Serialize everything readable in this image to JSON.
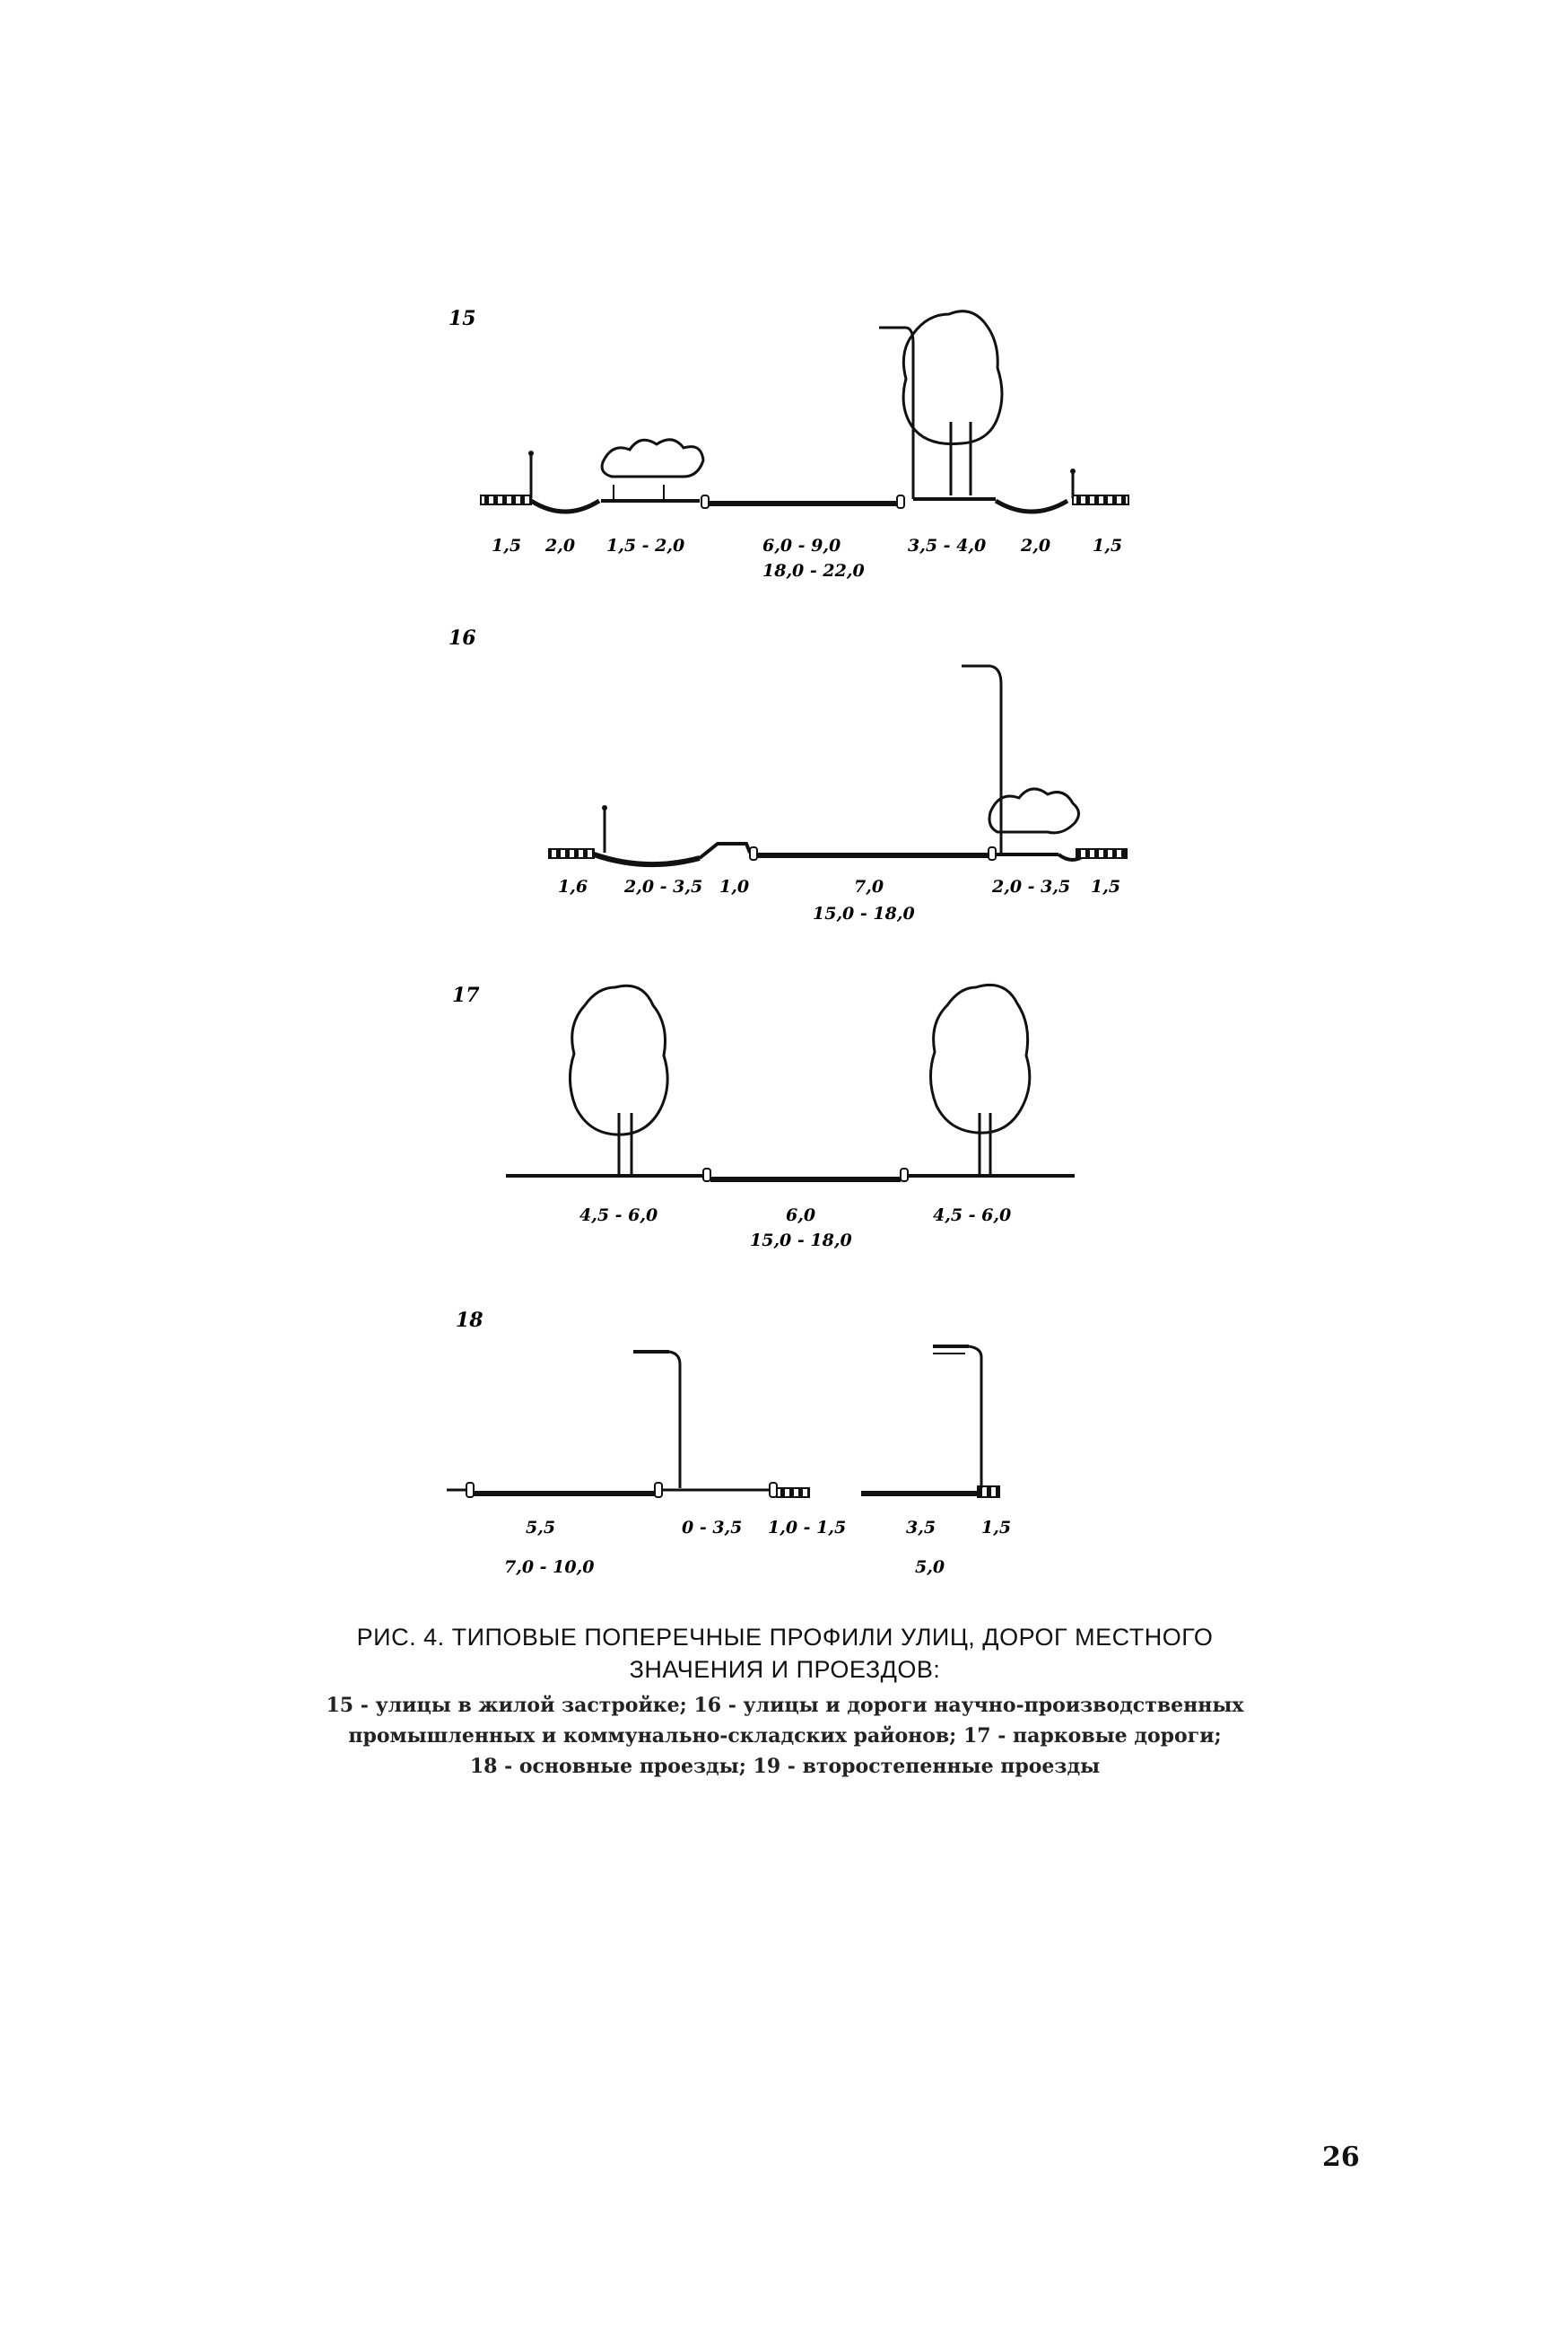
{
  "figure": {
    "profiles": [
      {
        "number": "15",
        "widths_row1": [
          "1,5",
          "2,0",
          "1,5 - 2,0",
          "6,0 - 9,0",
          "3,5 - 4,0",
          "2,0",
          "1,5"
        ],
        "total": "18,0 - 22,0"
      },
      {
        "number": "16",
        "widths_row1": [
          "1,6",
          "2,0 - 3,5",
          "1,0",
          "7,0",
          "2,0 - 3,5",
          "1,5"
        ],
        "total": "15,0 - 18,0"
      },
      {
        "number": "17",
        "widths_row1": [
          "4,5 - 6,0",
          "6,0",
          "4,5 - 6,0"
        ],
        "total": "15,0 - 18,0"
      },
      {
        "number": "18",
        "widths_row1": [
          "5,5",
          "0 - 3,5",
          "1,0 - 1,5",
          "3,5",
          "1,5"
        ],
        "totals": [
          "7,0 - 10,0",
          "5,0"
        ]
      }
    ]
  },
  "caption": {
    "title_line1": "РИС. 4. ТИПОВЫЕ ПОПЕРЕЧНЫЕ ПРОФИЛИ УЛИЦ, ДОРОГ МЕСТНОГО",
    "title_line2": "ЗНАЧЕНИЯ И ПРОЕЗДОВ:",
    "body_line1": "15 - улицы в жилой застройке; 16 - улицы и дороги научно-производственных",
    "body_line2": "промышленных и коммунально-складских районов; 17 - парковые дороги;",
    "body_line3": "18 - основные проезды; 19 - второстепенные проезды"
  },
  "page_number": "26"
}
